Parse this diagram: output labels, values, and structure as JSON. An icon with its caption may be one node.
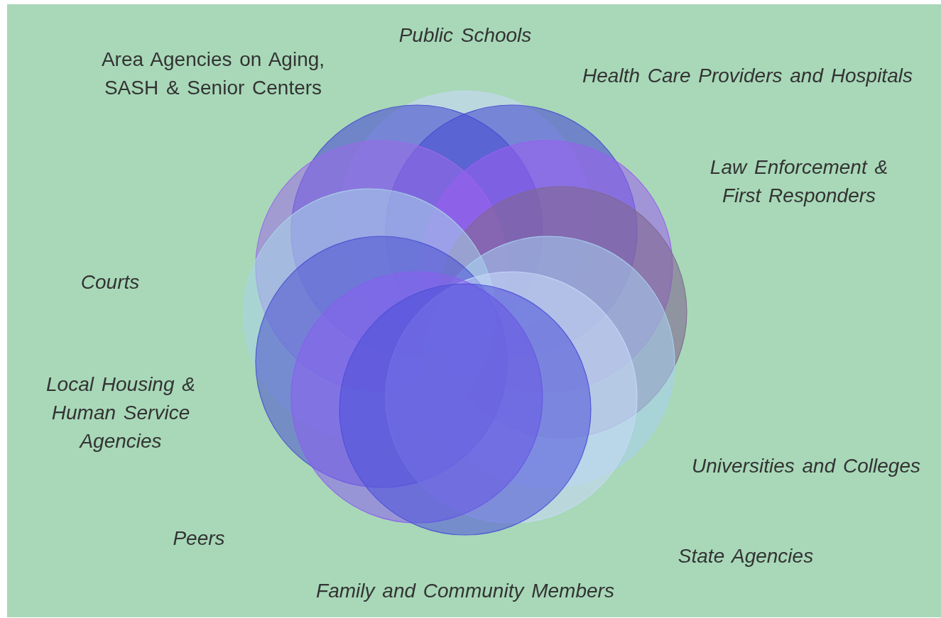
{
  "diagram": {
    "labels": [
      "Public Schools",
      "Area Agencies on Aging, SASH & Senior Centers",
      "Health Care Providers and Hospitals",
      "Law Enforcement & First Responders",
      "Courts",
      "Local Housing & Human Service Agencies",
      "Universities and Colleges",
      "Peers",
      "State Agencies",
      "Family and Community Members"
    ]
  }
}
